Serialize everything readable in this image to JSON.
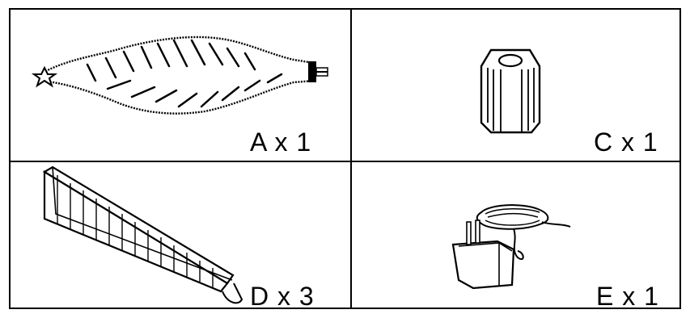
{
  "parts": [
    {
      "label": "A x 1",
      "icon": "tree-top-section-icon"
    },
    {
      "label": "C x 1",
      "icon": "tree-stand-icon"
    },
    {
      "label": "D x 3",
      "icon": "tree-branch-section-icon"
    },
    {
      "label": "E x 1",
      "icon": "power-adapter-icon"
    }
  ]
}
